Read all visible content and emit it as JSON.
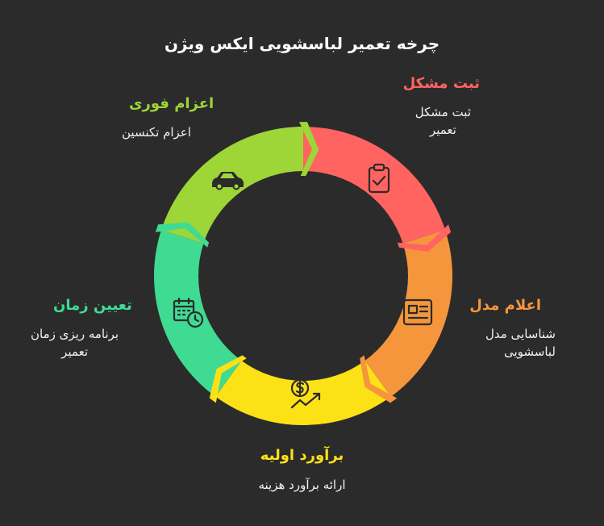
{
  "title": "چرخه تعمیر لباسشویی ایکس ویژن",
  "colors": {
    "background": "#2b2b2b",
    "red": "#ff6461",
    "orange": "#f5963c",
    "yellow": "#fde117",
    "teal": "#3fdb93",
    "green": "#9ed638"
  },
  "stages": [
    {
      "title": "ثبت مشکل",
      "desc": "ثبت مشکل\nتعمیر",
      "color": "#ff6461",
      "icon": "clipboard-check-icon"
    },
    {
      "title": "اعلام مدل",
      "desc": "شناسایی مدل\nلباسشویی",
      "color": "#f5963c",
      "icon": "newspaper-icon"
    },
    {
      "title": "برآورد اولیه",
      "desc": "ارائه برآورد هزینه",
      "color": "#fde117",
      "icon": "dollar-growth-icon"
    },
    {
      "title": "تعیین زمان",
      "desc": "برنامه ریزی زمان\nتعمیر",
      "color": "#3fdb93",
      "icon": "calendar-clock-icon"
    },
    {
      "title": "اعزام فوری",
      "desc": "اعزام تکنسین",
      "color": "#9ed638",
      "icon": "car-icon"
    }
  ]
}
